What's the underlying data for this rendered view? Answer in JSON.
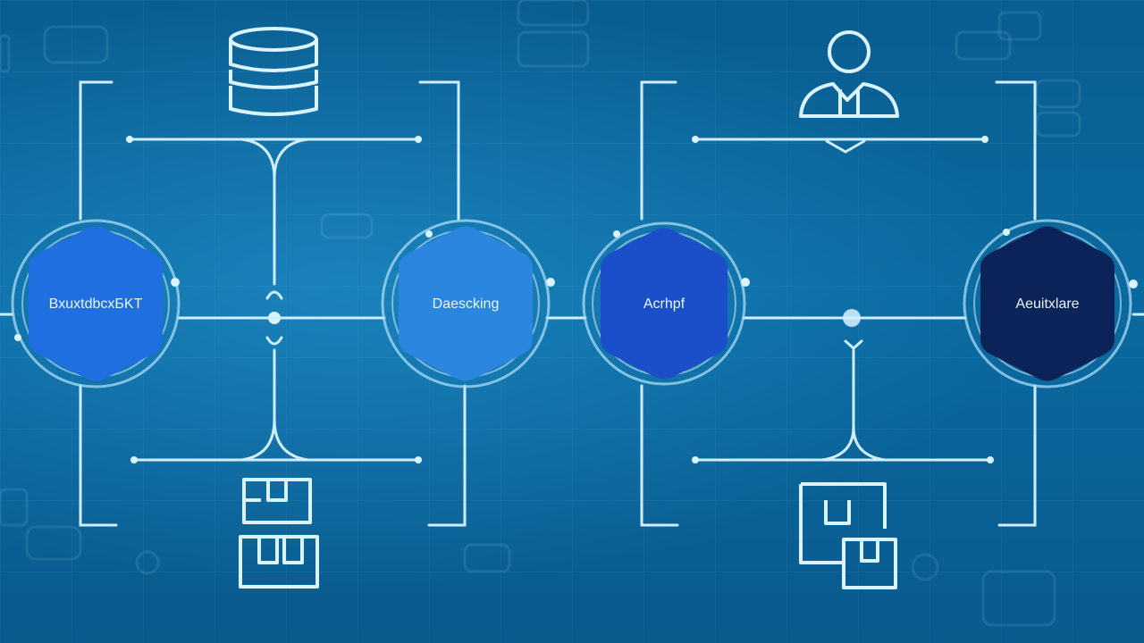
{
  "colors": {
    "line": "#cfeeff",
    "node_1": "#1f6fe0",
    "node_2": "#2a86de",
    "node_3": "#1a4fc9",
    "node_4": "#0b2358"
  },
  "nodes": [
    {
      "label": "BxuxtdbcxБKT",
      "icon": "none"
    },
    {
      "label": "Daescking",
      "icon": "none"
    },
    {
      "label": "Acrhpf",
      "icon": "none"
    },
    {
      "label": "Aeuitxlare",
      "icon": "none"
    }
  ],
  "icons": {
    "top_left": "database-icon",
    "top_right": "user-icon",
    "bottom_left": "boxes-icon",
    "bottom_right": "document-box-icon"
  }
}
